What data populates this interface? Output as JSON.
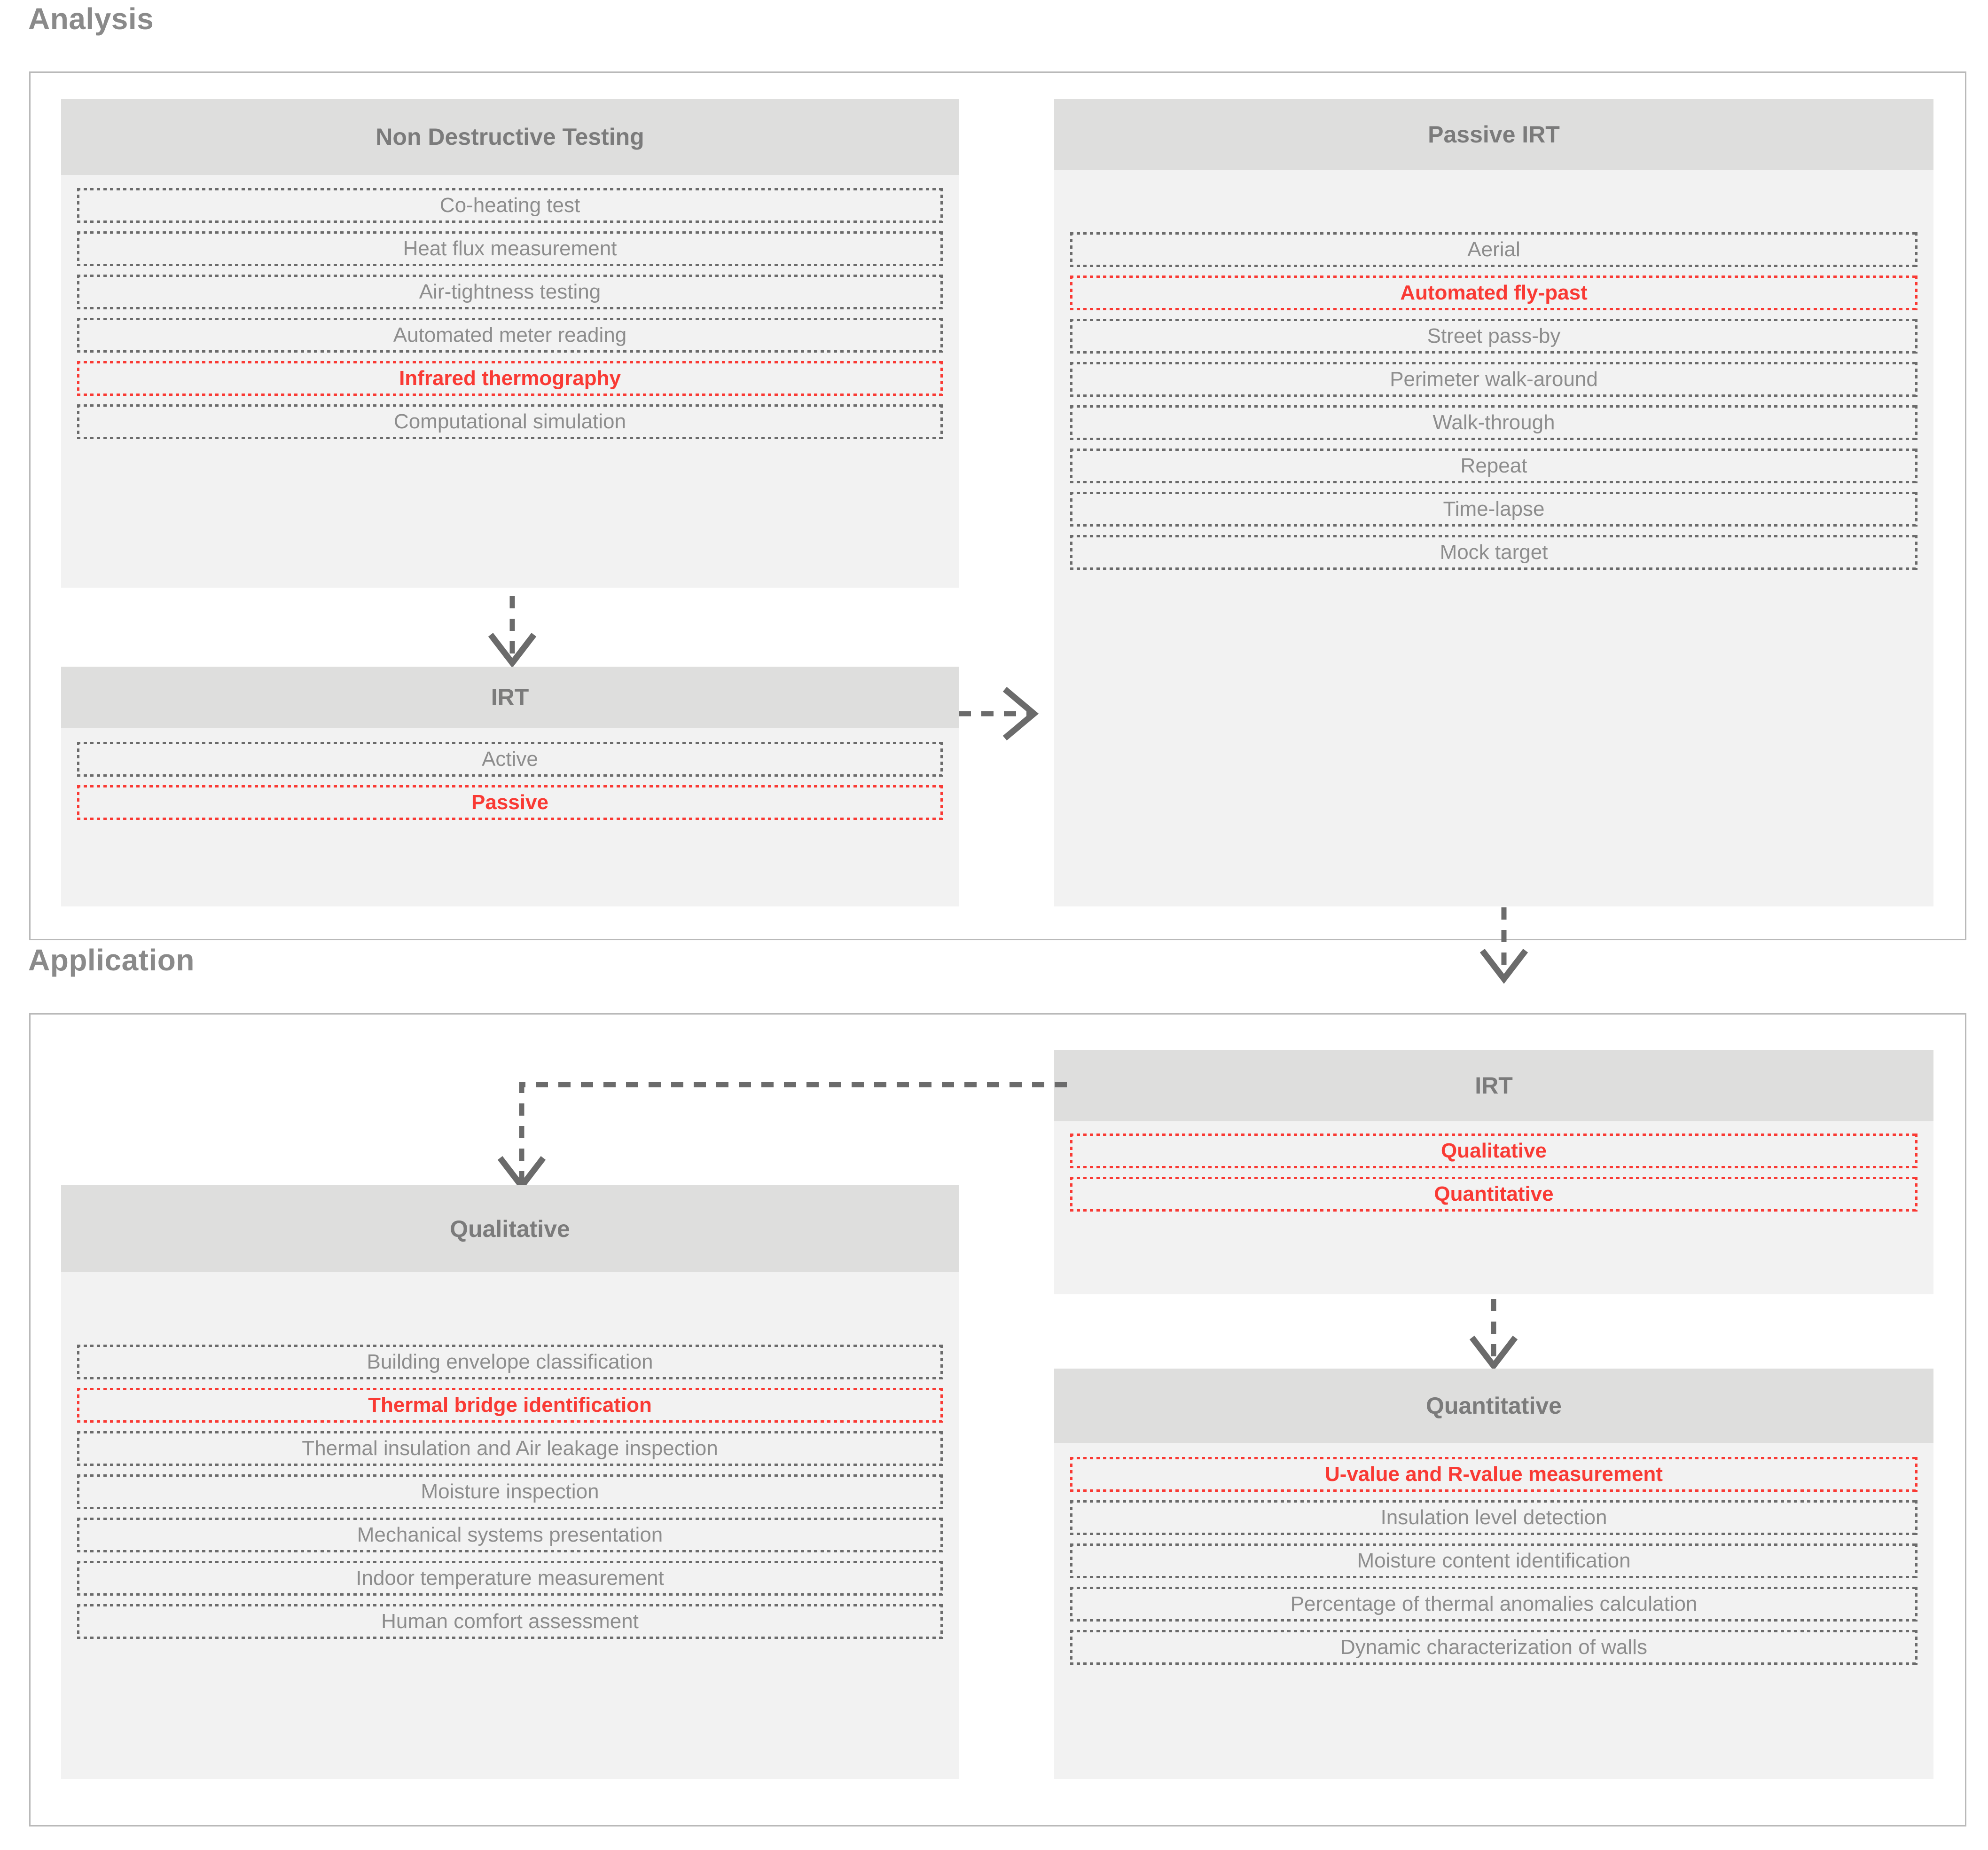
{
  "sections": [
    {
      "title": "Analysis"
    },
    {
      "title": "Application"
    }
  ],
  "colors": {
    "highlight": "#f93a34",
    "text": "#8d8d8d",
    "header_text": "#7b7b7b",
    "header_bg": "#dededd",
    "group_bg": "#f2f2f2",
    "panel_border": "#b9b9b9",
    "arrow": "#6b6b6b"
  },
  "analysis": {
    "ndt": {
      "header": "Non Destructive Testing",
      "items": [
        {
          "label": "Co-heating test",
          "highlight": false
        },
        {
          "label": "Heat flux measurement",
          "highlight": false
        },
        {
          "label": "Air-tightness testing",
          "highlight": false
        },
        {
          "label": "Automated meter reading",
          "highlight": false
        },
        {
          "label": "Infrared thermography",
          "highlight": true
        },
        {
          "label": "Computational simulation",
          "highlight": false
        }
      ]
    },
    "irt": {
      "header": "IRT",
      "items": [
        {
          "label": "Active",
          "highlight": false
        },
        {
          "label": "Passive",
          "highlight": true
        }
      ]
    },
    "passive_irt": {
      "header": "Passive IRT",
      "items": [
        {
          "label": "Aerial",
          "highlight": false
        },
        {
          "label": "Automated fly-past",
          "highlight": true
        },
        {
          "label": "Street pass-by",
          "highlight": false
        },
        {
          "label": "Perimeter walk-around",
          "highlight": false
        },
        {
          "label": "Walk-through",
          "highlight": false
        },
        {
          "label": "Repeat",
          "highlight": false
        },
        {
          "label": "Time-lapse",
          "highlight": false
        },
        {
          "label": "Mock target",
          "highlight": false
        }
      ]
    }
  },
  "application": {
    "irt": {
      "header": "IRT",
      "items": [
        {
          "label": "Qualitative",
          "highlight": true
        },
        {
          "label": "Quantitative",
          "highlight": true
        }
      ]
    },
    "qualitative": {
      "header": "Qualitative",
      "items": [
        {
          "label": "Building envelope classification",
          "highlight": false
        },
        {
          "label": "Thermal bridge identification",
          "highlight": true
        },
        {
          "label": "Thermal insulation and Air leakage inspection",
          "highlight": false
        },
        {
          "label": "Moisture inspection",
          "highlight": false
        },
        {
          "label": "Mechanical systems presentation",
          "highlight": false
        },
        {
          "label": "Indoor temperature measurement",
          "highlight": false
        },
        {
          "label": "Human comfort assessment",
          "highlight": false
        }
      ]
    },
    "quantitative": {
      "header": "Quantitative",
      "items": [
        {
          "label": "U-value and R-value measurement",
          "highlight": true
        },
        {
          "label": "Insulation level detection",
          "highlight": false
        },
        {
          "label": "Moisture content identification",
          "highlight": false
        },
        {
          "label": "Percentage of thermal anomalies calculation",
          "highlight": false
        },
        {
          "label": "Dynamic characterization of walls",
          "highlight": false
        }
      ]
    }
  },
  "arrows": [
    {
      "name": "ndt-to-irt",
      "direction": "down"
    },
    {
      "name": "irt-to-passive-irt",
      "direction": "right"
    },
    {
      "name": "passive-irt-to-application",
      "direction": "down"
    },
    {
      "name": "application-irt-to-qualitative",
      "direction": "left-down"
    },
    {
      "name": "application-irt-to-quantitative",
      "direction": "down"
    }
  ]
}
